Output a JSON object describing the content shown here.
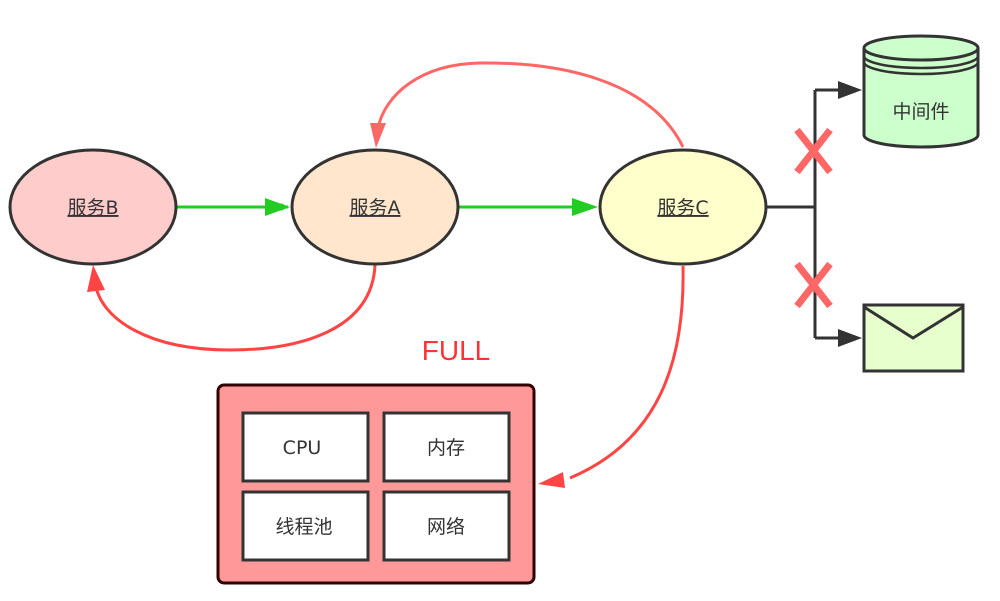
{
  "diagram": {
    "type": "service-dependency-cascade-failure",
    "services": [
      {
        "id": "B",
        "label": "服务B",
        "fill": "#ffcccc"
      },
      {
        "id": "A",
        "label": "服务A",
        "fill": "#ffe6cc"
      },
      {
        "id": "C",
        "label": "服务C",
        "fill": "#ffffcc"
      }
    ],
    "middleware": {
      "label": "中间件",
      "fill": "#ccffcc"
    },
    "mail": {
      "semantic": "envelope-icon",
      "fill": "#e6ffcc"
    },
    "full_label": "FULL",
    "resource_pool": {
      "fill": "#ff9999",
      "cells": [
        "CPU",
        "内存",
        "线程池",
        "网络"
      ]
    },
    "edges": [
      {
        "from": "服务B",
        "to": "服务A",
        "kind": "request",
        "color": "#22cc22"
      },
      {
        "from": "服务A",
        "to": "服务C",
        "kind": "request",
        "color": "#22cc22"
      },
      {
        "from": "服务A",
        "to": "服务B",
        "kind": "failure-back",
        "color": "#ff4444"
      },
      {
        "from": "服务C",
        "to": "服务A",
        "kind": "failure-back",
        "color": "#ff6666"
      },
      {
        "from": "服务C",
        "to": "resource_pool",
        "kind": "exhausted",
        "color": "#ff4444"
      },
      {
        "from": "服务C",
        "to": "中间件",
        "kind": "blocked",
        "color": "#333333"
      },
      {
        "from": "服务C",
        "to": "mail",
        "kind": "blocked",
        "color": "#333333"
      }
    ],
    "colors": {
      "stroke": "#333333",
      "green_arrow": "#22cc22",
      "red_arrow": "#ff4444",
      "cross": "#ff6666"
    }
  }
}
